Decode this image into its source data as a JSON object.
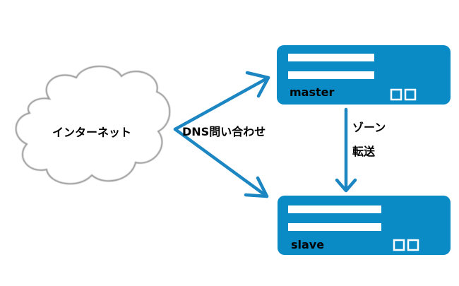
{
  "cloud": {
    "label": "インターネット"
  },
  "query_label": "DNS問い合わせ",
  "master": {
    "label": "master"
  },
  "slave": {
    "label": "slave"
  },
  "transfer_label": {
    "line1": "ゾーン",
    "line2": "転送"
  },
  "colors": {
    "server": "#0a8bc6",
    "arrow": "#1c86c2",
    "bar": "#ffffff",
    "cloud_stroke": "#9a9a9a"
  }
}
